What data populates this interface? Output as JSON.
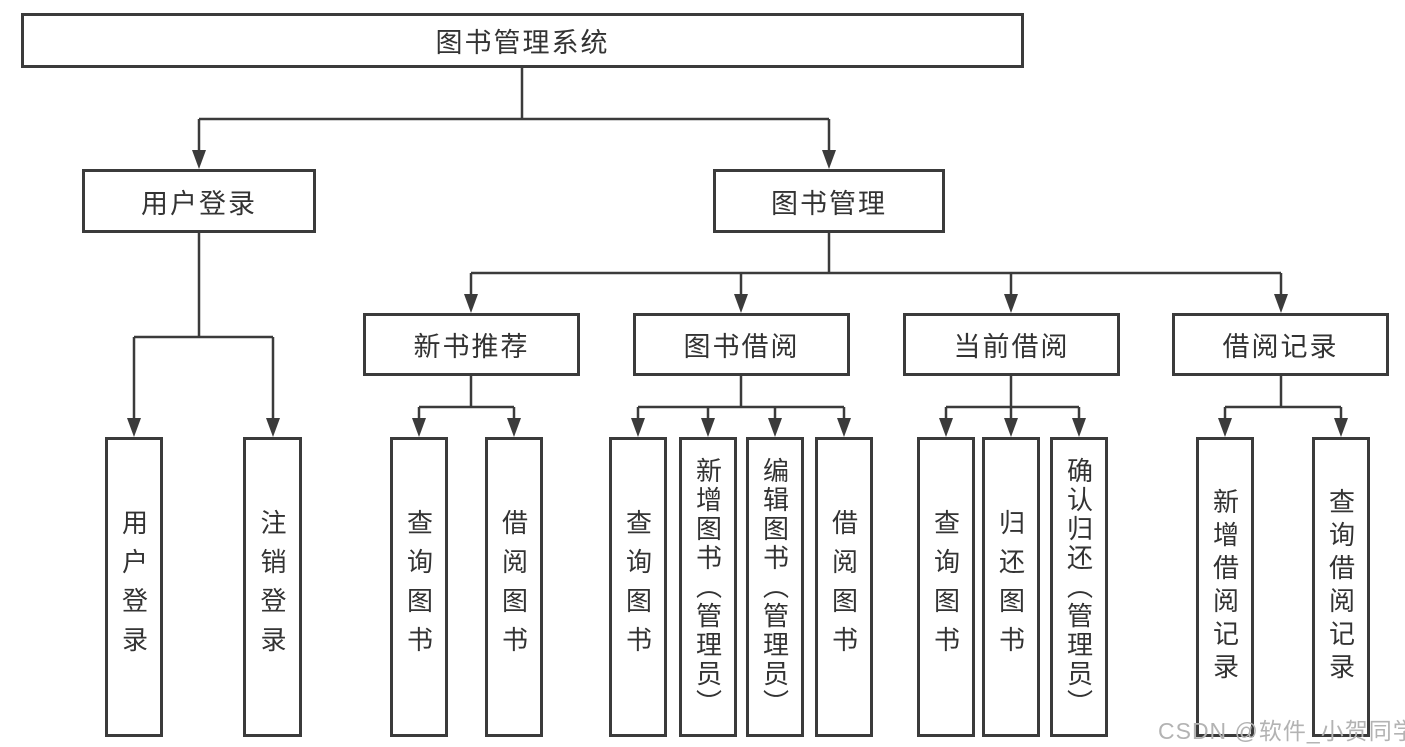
{
  "diagram": {
    "root": {
      "label": "图书管理系统"
    },
    "level2": [
      {
        "label": "用户登录"
      },
      {
        "label": "图书管理"
      }
    ],
    "level3": [
      {
        "label": "新书推荐"
      },
      {
        "label": "图书借阅"
      },
      {
        "label": "当前借阅"
      },
      {
        "label": "借阅记录"
      }
    ],
    "leaves": {
      "user_login": [
        "用户登录",
        "注销登录"
      ],
      "new_books": [
        "查询图书",
        "借阅图书"
      ],
      "book_borrow": [
        "查询图书",
        "新增图书（管理员）",
        "编辑图书（管理员）",
        "借阅图书"
      ],
      "current_borrow": [
        "查询图书",
        "归还图书",
        "确认归还（管理员）"
      ],
      "borrow_records": [
        "新增借阅记录",
        "查询借阅记录"
      ]
    },
    "watermark": "CSDN @软件_小贺同学",
    "colors": {
      "line": "#3b3b3b",
      "border": "#3b3b3b",
      "text": "#333333",
      "watermark": "#b3b3b3",
      "background": "#ffffff"
    }
  }
}
